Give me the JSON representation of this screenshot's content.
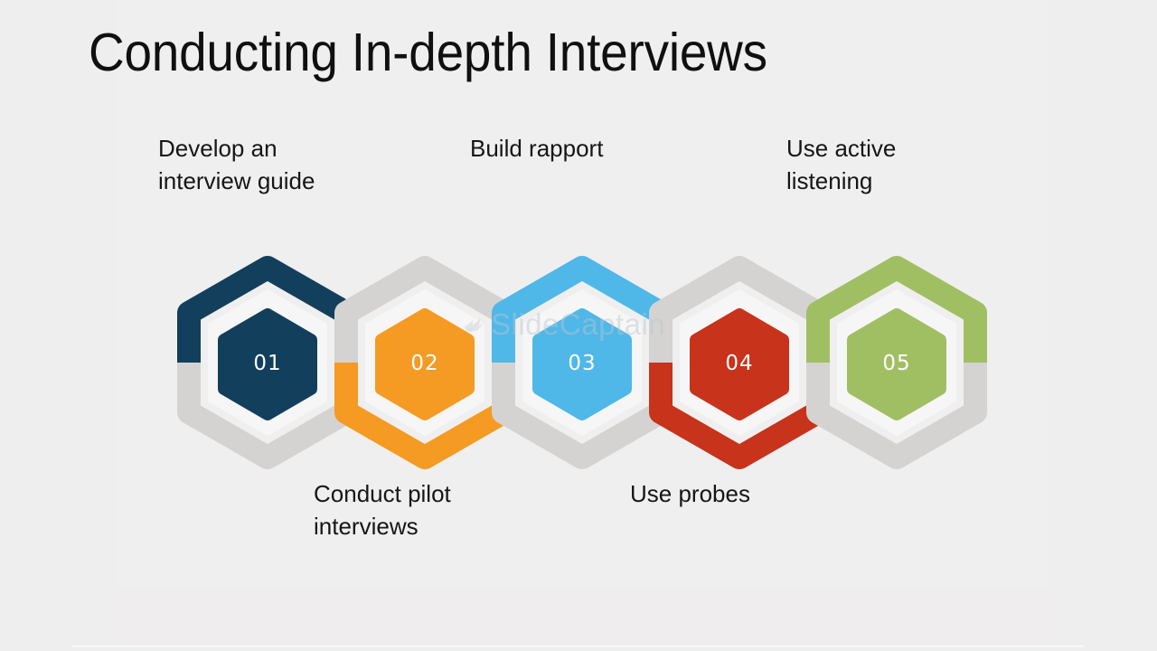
{
  "slide": {
    "title": "Conducting In-depth Interviews",
    "background_color": "#efeeee",
    "title_color": "#101010",
    "caption_color": "#161616"
  },
  "watermark": {
    "text": "SlideCaptain",
    "icon": "bird-logo-icon",
    "color": "#b9c6cd"
  },
  "palette": {
    "navy": "#123f5c",
    "orange": "#f59a23",
    "blue": "#4fb8e8",
    "red": "#c8331b",
    "green": "#a0bf63",
    "gray_ring": "#d5d3d2",
    "inner_white": "#f7f6f6"
  },
  "steps": [
    {
      "number": "01",
      "label": "Develop an\ninterview guide",
      "color": "#123f5c",
      "color_name": "navy",
      "ring_top": "color",
      "label_position": "above"
    },
    {
      "number": "02",
      "label": "Conduct pilot\ninterviews",
      "color": "#f59a23",
      "color_name": "orange",
      "ring_top": "gray",
      "label_position": "below"
    },
    {
      "number": "03",
      "label": "Build rapport",
      "color": "#4fb8e8",
      "color_name": "blue",
      "ring_top": "color",
      "label_position": "above"
    },
    {
      "number": "04",
      "label": "Use probes",
      "color": "#c8331b",
      "color_name": "red",
      "ring_top": "gray",
      "label_position": "below"
    },
    {
      "number": "05",
      "label": "Use active\nlistening",
      "color": "#a0bf63",
      "color_name": "green",
      "ring_top": "color",
      "label_position": "above"
    }
  ]
}
